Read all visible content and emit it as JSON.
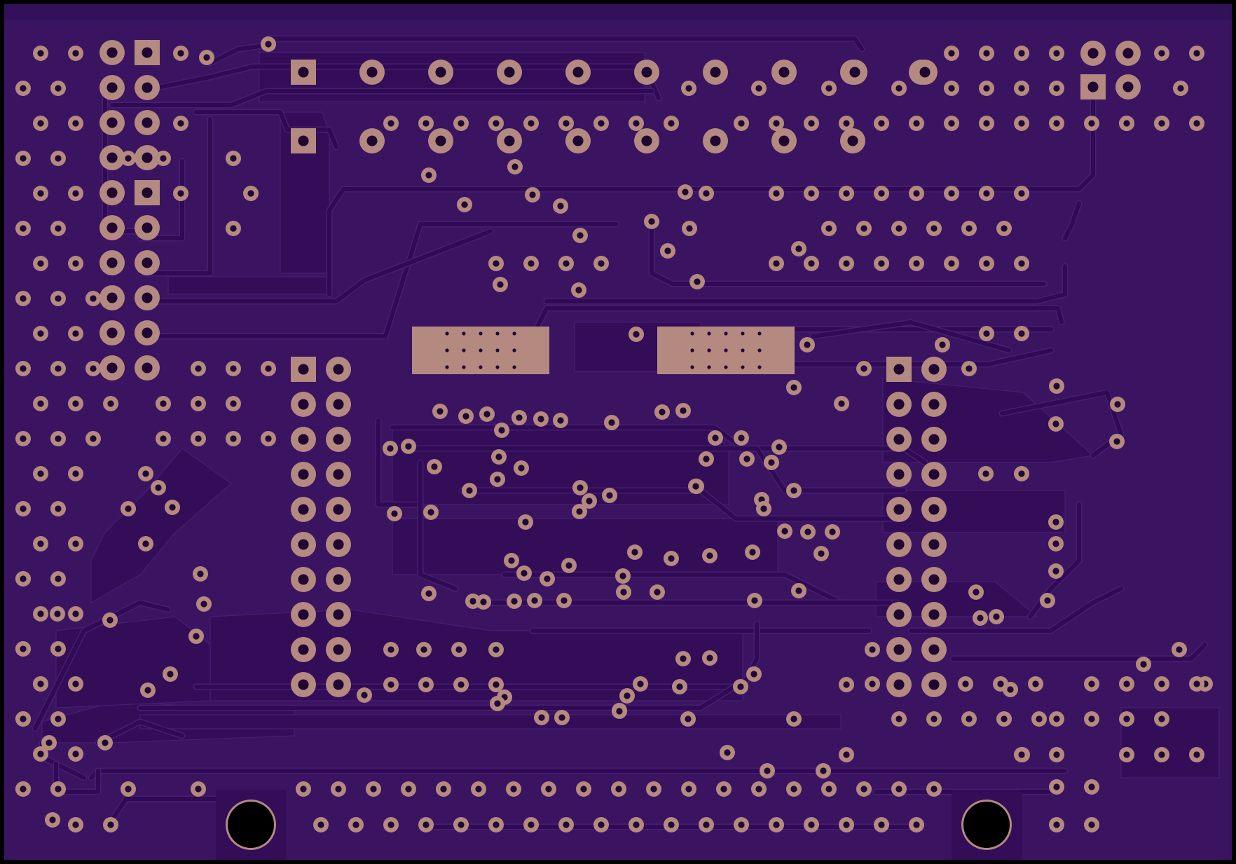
{
  "board": {
    "view": "bottom-copper",
    "colors": {
      "outer_border": "#000000",
      "substrate": "#3a1460",
      "copper_pour": "#3f1567",
      "trace": "#2e0b52",
      "trace_edge": "#4a1c74",
      "pad": "#b48a80",
      "drill": "#1f0633",
      "mounting_hole": "#000000"
    },
    "mounting_holes": 2,
    "smd_pad_blocks": 2
  }
}
